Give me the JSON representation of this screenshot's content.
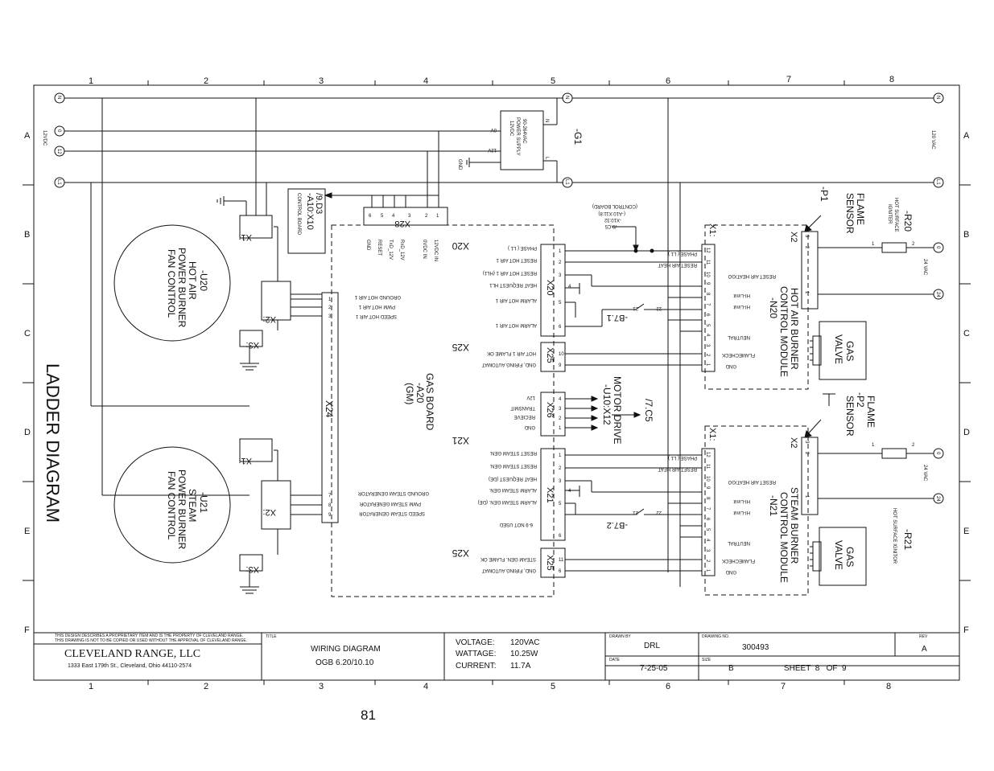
{
  "grid": {
    "columns": [
      "1",
      "2",
      "3",
      "4",
      "5",
      "6",
      "7",
      "8"
    ],
    "rows": [
      "A",
      "B",
      "C",
      "D",
      "E",
      "F"
    ]
  },
  "title": "LADDER DIAGRAM",
  "rails": {
    "n": "N",
    "zero": "0",
    "twelve": "12",
    "l1": "L1",
    "v12dc": "12VDC",
    "v120ac": "120 VAC",
    "twentyfour": "24"
  },
  "power_supply": {
    "ref": "-G1",
    "label1": "90-264VAC",
    "label2": "POWER SUPPLY",
    "label3": "12VDC",
    "pin_n": "N",
    "pin_l": "L",
    "out_0v": "0V",
    "out_12v": "12V",
    "gnd": "GND"
  },
  "u20": {
    "ref": "-U20",
    "line1": "HOT AIR",
    "line2": "POWER BURNER",
    "line3": "FAN CONTROL",
    "x1": "X1:",
    "x2": "X2:",
    "x3": "X3:"
  },
  "u21": {
    "ref": "-U21",
    "line1": "STEAM",
    "line2": "POWER BURNER",
    "line3": "FAN CONTROL",
    "x1": "X1:",
    "x2": "X2:",
    "x3": "X3:"
  },
  "control_board_ref": {
    "line1": "/9.D3",
    "line2": "-A10:X10",
    "line3": "CONTROL BOARD"
  },
  "x28": {
    "label": "X28",
    "pins": [
      "6",
      "5",
      "4",
      "3",
      "2",
      "1"
    ],
    "signals": [
      "GND",
      "RESET",
      "TxD_12V",
      "RxD_12V",
      "0VDC IN",
      "12VDC IN"
    ]
  },
  "gas_board": {
    "line1": "GAS BOARD",
    "line2": "-A20",
    "line3": "(GM)",
    "x20": "X20",
    "x21": "X21",
    "x24": "X24",
    "x25": "X25",
    "x26": "X26"
  },
  "x24_top": {
    "pins": [
      "1",
      "2",
      "3"
    ],
    "signals": [
      "GROUND HOT AIR 1",
      "PWM HOT AIR 1",
      "SPEED HOT AIR 1"
    ]
  },
  "x24_bottom": {
    "pins": [
      "7",
      "8",
      "9"
    ],
    "signals": [
      "GROUND STEAM GENERATOR",
      "PWM STEAM GENERATOR",
      "SPEED STEAM GENERATOR"
    ]
  },
  "x20_signals": [
    "PHASE ( L1 )",
    "RESET HOT AIR 1",
    "RESET HOT AIR 1 (HL1)",
    "HEAT REQUEST HL1",
    "ALARM HOT AIR 1",
    "ALARM HOT AIR 1"
  ],
  "x20_pins": [
    "1",
    "2",
    "3",
    "4",
    "5",
    "6"
  ],
  "x25_top": {
    "pins": [
      "10",
      "9"
    ],
    "signals": [
      "HOT AIR 1 FLAME OK",
      "GND, FIRING AUTOMAT"
    ]
  },
  "x26": {
    "pins": [
      "4",
      "3",
      "2",
      "1"
    ],
    "signals": [
      "12V",
      "TRANSMIT",
      "RECIEVE",
      "GND"
    ]
  },
  "motor_drive": {
    "line1": "MOTOR DRIVE",
    "line2": "-U10:X12",
    "ref": "/7.C5"
  },
  "x21_signals": [
    "RESET STEAM GEN.",
    "RESET STEAM GEN.",
    "HEAT REQUEST (DE)",
    "ALARM STEAM GEN.",
    "ALARM STEAM GEN. (DE)",
    "6-9 NOT USED"
  ],
  "x21_pins": [
    "1",
    "2",
    "3",
    "4",
    "5",
    "6"
  ],
  "x25_bottom": {
    "pins": [
      "11",
      "6"
    ],
    "signals": [
      "STEAM GEN. FLAME OK",
      "GND, FIRING AUTOMAT"
    ]
  },
  "b71": {
    "ref": "-B7.1",
    "p21": "21",
    "p22": "22"
  },
  "b72": {
    "ref": "-B7.2",
    "p21": "21",
    "p22": "22"
  },
  "control_board_note": {
    "line1": "(CONTROL BOARD)",
    "line2": "(-A10:X11:8)",
    "line3": "-X10:32",
    "line4": "/9.C5"
  },
  "n20": {
    "line1": "HOT AIR BURNER",
    "line2": "CONTROL MODULE",
    "line3": "-N20",
    "x1": "X1:",
    "x2": "X2",
    "pins": [
      "12",
      "11",
      "10",
      "9",
      "8",
      "7",
      "6",
      "5",
      "4",
      "3",
      "2",
      "1"
    ],
    "signals": [
      "PHASE ( L1 )",
      "RESET AIR HEAT",
      "RESET AIR HEAT/GO",
      "HI-Limit",
      "HI-Limit",
      "NEUTRAL",
      "FLAMECHECK",
      "GND"
    ]
  },
  "n21": {
    "line1": "STEAM BURNER",
    "line2": "CONTROL MODULE",
    "line3": "-N21",
    "x1": "X1:",
    "x2": "X2",
    "pins": [
      "12",
      "11",
      "10",
      "9",
      "8",
      "7",
      "6",
      "5",
      "4",
      "3",
      "2",
      "1"
    ],
    "signals": [
      "PHASE ( L1 )",
      "RESET AIR HEAT",
      "RESET AIR HEAT/GO",
      "HI-Limit",
      "HI-Limit",
      "NEUTRAL",
      "FLAMECHECK",
      "GND"
    ]
  },
  "p1": {
    "ref": "-P1",
    "line1": "FLAME",
    "line2": "SENSOR"
  },
  "p2": {
    "ref": "-P2",
    "line1": "FLAME",
    "line2": "SENSOR"
  },
  "r20": {
    "ref": "-R20",
    "line1": "HOT SURFACE",
    "line2": "IGNITER",
    "vac": "24 VAC",
    "p1": "1",
    "p2": "2"
  },
  "r21": {
    "ref": "-R21",
    "line1": "HOT SURFACE IGNITOR",
    "vac": "24 VAC",
    "p1": "1",
    "p2": "2"
  },
  "gas_valve": {
    "line1": "GAS",
    "line2": "VALVE"
  },
  "x2_pins": [
    "3",
    "2",
    "1"
  ],
  "title_block": {
    "disclaimer1": "THIS DESIGN DESCRIBES A PROPRIETARY ITEM AND IS THE PROPERTY OF CLEVELAND RANGE.",
    "disclaimer2": "THIS DRAWING IS NOT TO BE COPIED OR USED WITHOUT THE APPROVAL OF CLEVELAND RANGE.",
    "company": "CLEVELAND RANGE, LLC",
    "address": "1333 East 179th St., Cleveland, Ohio 44110-2574",
    "title_label": "TITLE",
    "title_line1": "WIRING DIAGRAM",
    "title_line2": "OGB 6.20/10.10",
    "voltage_label": "VOLTAGE:",
    "voltage": "120VAC",
    "wattage_label": "WATTAGE:",
    "wattage": "10.25W",
    "current_label": "CURRENT:",
    "current": "11.7A",
    "drawn_by_label": "DRAWN BY",
    "drawn_by": "DRL",
    "date_label": "DATE",
    "date": "7-25-05",
    "drawing_no_label": "DRAWING NO.",
    "drawing_no": "300493",
    "size_label": "SIZE",
    "size": "B",
    "sheet": "SHEET  8   OF  9",
    "rev_label": "REV",
    "rev": "A"
  },
  "page_number": "81"
}
